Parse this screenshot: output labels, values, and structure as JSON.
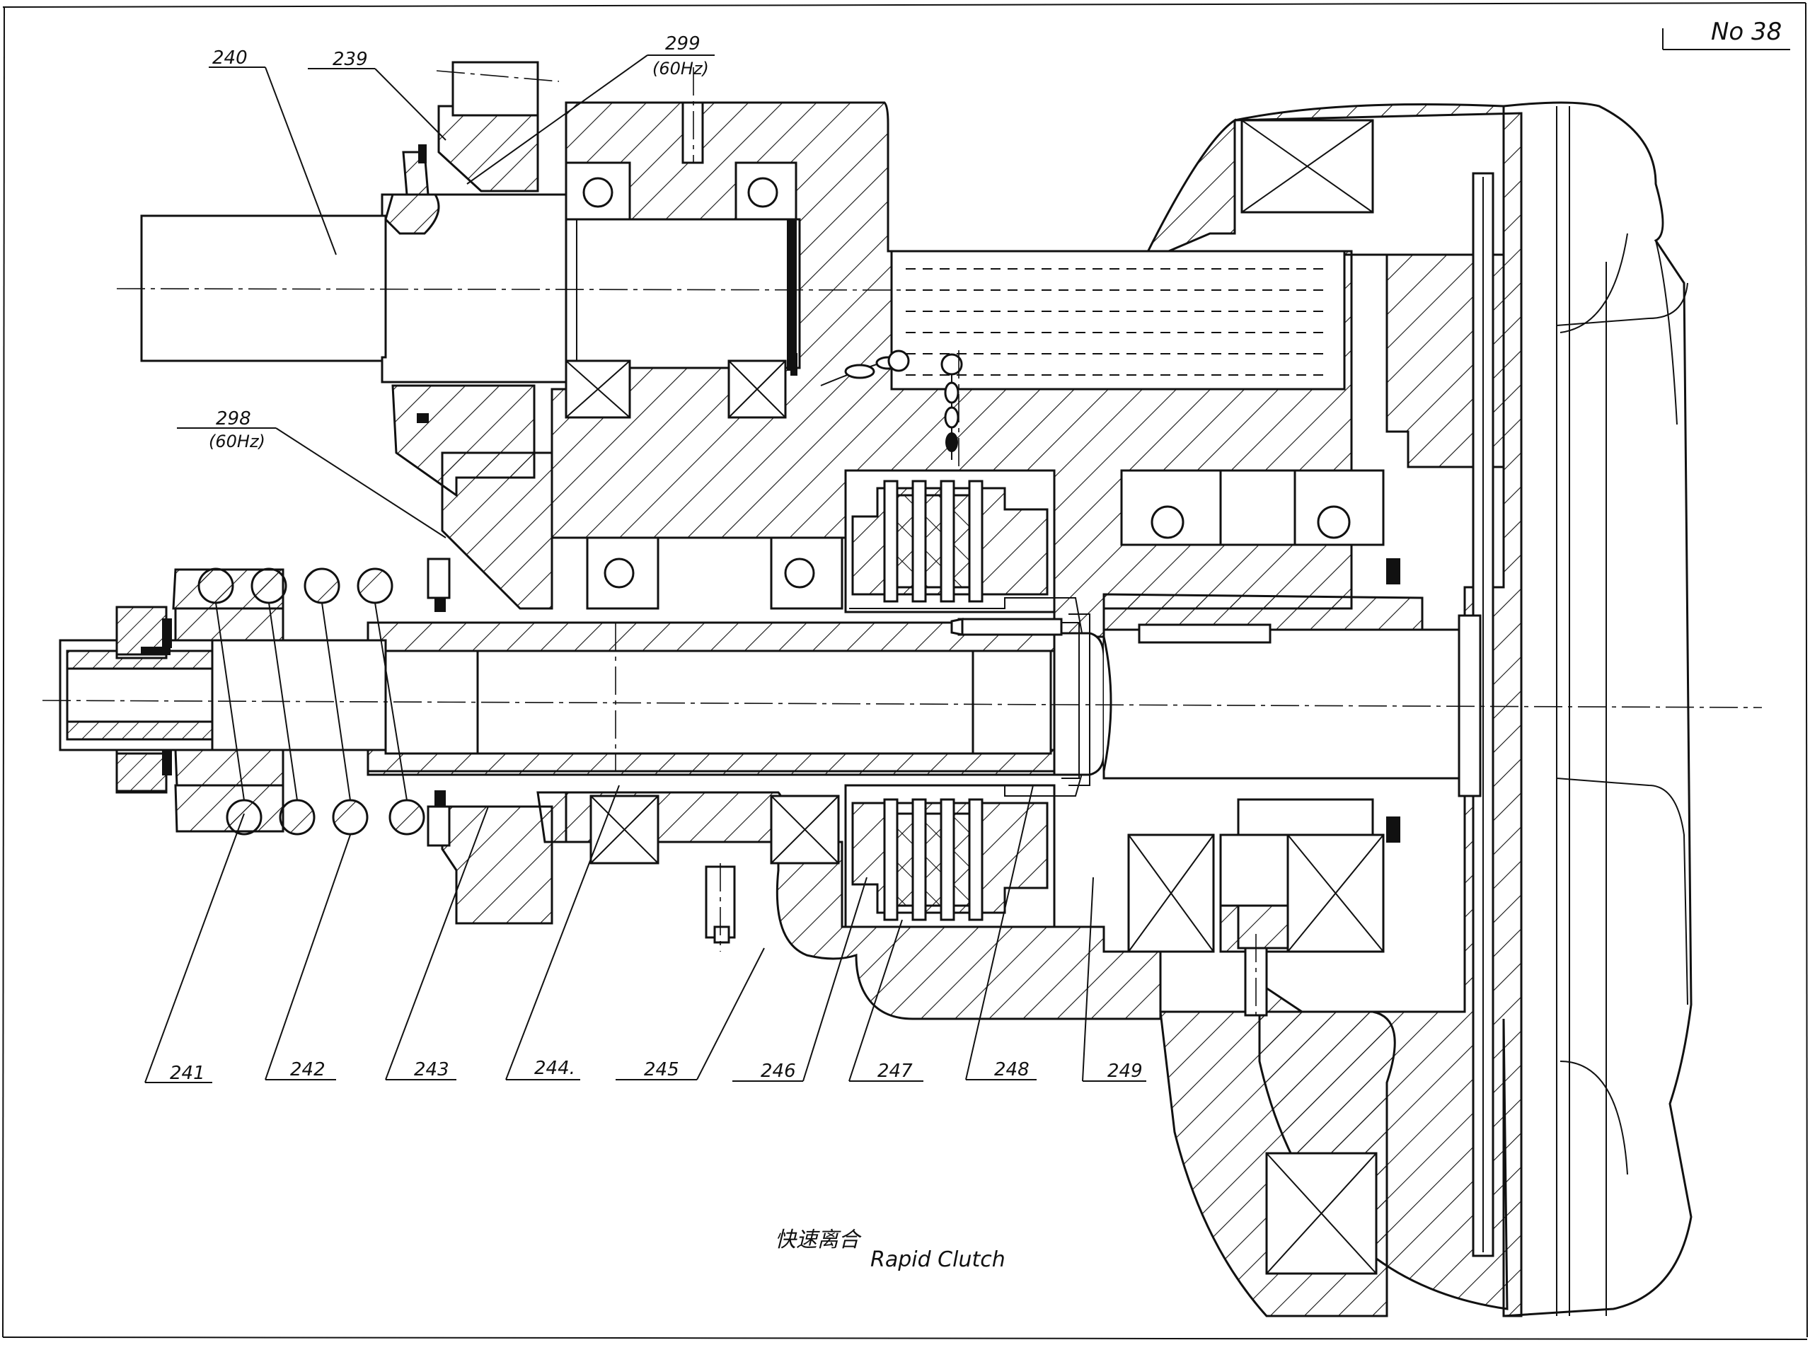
{
  "page_number": "No 38",
  "caption": {
    "chinese": "快速离合",
    "english": "Rapid Clutch"
  },
  "callouts": [
    {
      "id": "c240",
      "number": "240",
      "note": ""
    },
    {
      "id": "c239",
      "number": "239",
      "note": ""
    },
    {
      "id": "c299",
      "number": "299",
      "note": "(60Hz)"
    },
    {
      "id": "c298",
      "number": "298",
      "note": "(60Hz)"
    },
    {
      "id": "c241",
      "number": "241",
      "note": ""
    },
    {
      "id": "c242",
      "number": "242",
      "note": ""
    },
    {
      "id": "c243",
      "number": "243",
      "note": ""
    },
    {
      "id": "c244",
      "number": "244.",
      "note": ""
    },
    {
      "id": "c245",
      "number": "245",
      "note": ""
    },
    {
      "id": "c246",
      "number": "246",
      "note": ""
    },
    {
      "id": "c247",
      "number": "247",
      "note": ""
    },
    {
      "id": "c248",
      "number": "248",
      "note": ""
    },
    {
      "id": "c249",
      "number": "249",
      "note": ""
    }
  ]
}
